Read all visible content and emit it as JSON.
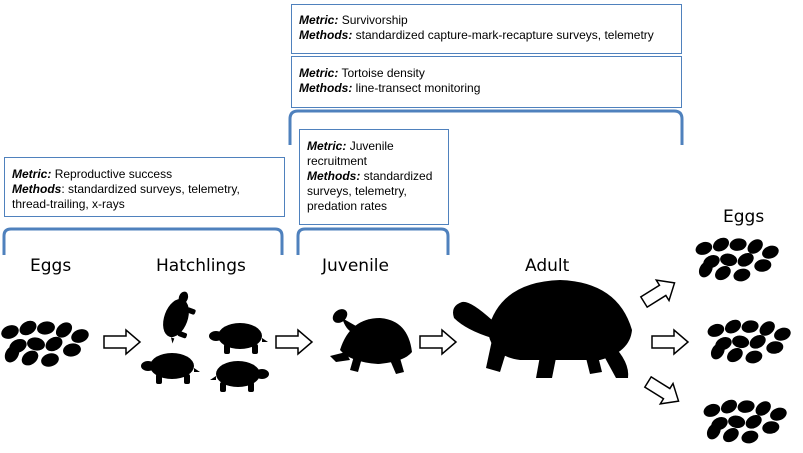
{
  "boxes": {
    "survivorship": {
      "metric_label": "Metric:",
      "metric": "Survivorship",
      "methods_label": "Methods:",
      "methods": "standardized capture-mark-recapture surveys, telemetry"
    },
    "density": {
      "metric_label": "Metric:",
      "metric": "Tortoise density",
      "methods_label": "Methods:",
      "methods": "line-transect monitoring"
    },
    "reproductive": {
      "metric_label": "Metric:",
      "metric": "Reproductive success",
      "methods_label": "Methods",
      "methods": ": standardized surveys, telemetry, thread-trailing, x-rays"
    },
    "juvenile": {
      "metric_label": "Metric:",
      "metric": "Juvenile recruitment",
      "methods_label": "Methods:",
      "methods": "standardized surveys, telemetry, predation rates"
    }
  },
  "stages": {
    "eggs": "Eggs",
    "hatchlings": "Hatchlings",
    "juvenile": "Juvenile",
    "adult": "Adult",
    "eggs_right": "Eggs"
  },
  "colors": {
    "bracket": "#4f81bd",
    "box_border": "#4f81bd",
    "silhouette": "#000000"
  }
}
